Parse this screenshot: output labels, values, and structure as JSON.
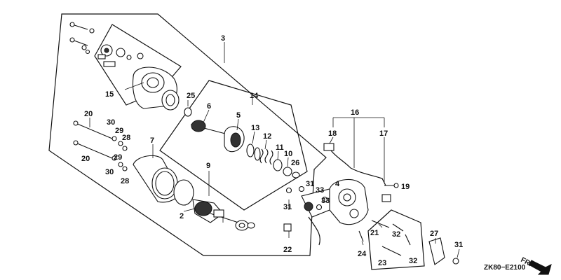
{
  "diagram": {
    "frame_label": "3",
    "code": "ZK80−E2100",
    "direction_label": "FR.",
    "callouts": {
      "c2": "2",
      "c3": "3",
      "c4": "4",
      "c5": "5",
      "c6": "6",
      "c7": "7",
      "c9": "9",
      "c10": "10",
      "c11": "11",
      "c12": "12",
      "c13": "13",
      "c14": "14",
      "c15": "15",
      "c16": "16",
      "c17": "17",
      "c18": "18",
      "c19": "19",
      "c20a": "20",
      "c20b": "20",
      "c21": "21",
      "c22": "22",
      "c23": "23",
      "c24": "24",
      "c25": "25",
      "c26": "26",
      "c27": "27",
      "c28a": "28",
      "c28b": "28",
      "c29a": "29",
      "c29b": "29",
      "c30a": "30",
      "c30b": "30",
      "c31a": "31",
      "c31b": "31",
      "c31c": "31",
      "c32a": "32",
      "c32b": "32",
      "c33a": "33",
      "c33b": "33"
    }
  }
}
